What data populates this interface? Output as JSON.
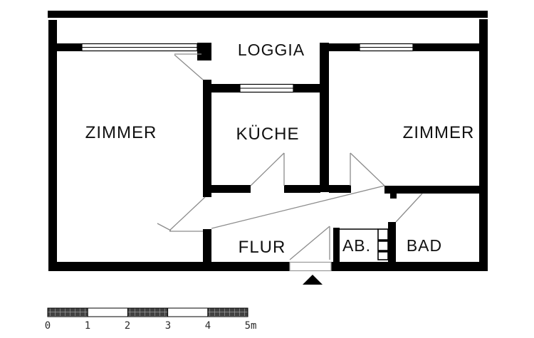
{
  "plan": {
    "type": "apartment-floor-plan",
    "rooms": {
      "loggia": {
        "label": "LOGGIA"
      },
      "zimmer_left": {
        "label": "ZIMMER"
      },
      "kueche": {
        "label": "KÜCHE"
      },
      "zimmer_right": {
        "label": "ZIMMER"
      },
      "flur": {
        "label": "FLUR"
      },
      "abstellraum": {
        "label": "AB."
      },
      "bad": {
        "label": "BAD"
      }
    },
    "symbols": {
      "entrance_marker": "black triangle pointing up at main entrance",
      "shaft": "service shaft ladder symbol between AB. and BAD",
      "windows": 3,
      "door_swings": 6
    },
    "colors": {
      "wall": "#000000",
      "door_line": "#8c8c8c",
      "background": "#ffffff",
      "scale_fill": "#414141",
      "scale_grid": "#a6a6a6"
    }
  },
  "scale_bar": {
    "length_m": 5,
    "labels": [
      "0",
      "1",
      "2",
      "3",
      "4",
      "5m"
    ]
  }
}
